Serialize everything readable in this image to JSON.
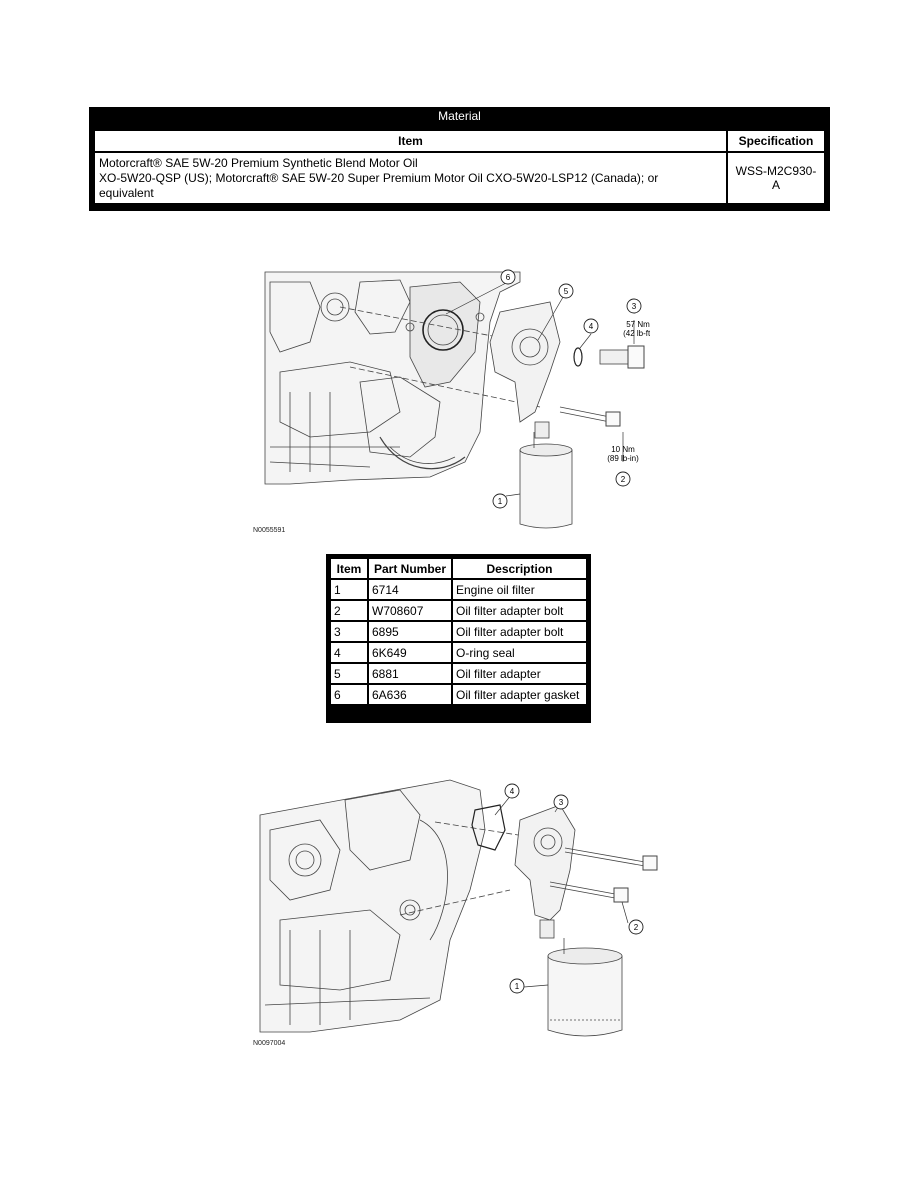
{
  "material": {
    "title": "Material",
    "headers": {
      "item": "Item",
      "specification": "Specification"
    },
    "row": {
      "item_line1": "Motorcraft® SAE 5W-20 Premium Synthetic Blend Motor Oil",
      "item_line2": "XO-5W20-QSP (US); Motorcraft® SAE 5W-20 Super Premium Motor Oil CXO-5W20-LSP12 (Canada); or",
      "item_line3": "equivalent",
      "specification": "WSS-M2C930-A"
    }
  },
  "figure1": {
    "code": "N0055591",
    "callouts": [
      "1",
      "2",
      "3",
      "4",
      "5",
      "6"
    ],
    "torque_a": {
      "value": "57 Nm",
      "alt": "(42 lb-ft)"
    },
    "torque_b": {
      "value": "10 Nm",
      "alt": "(89 lb-in)"
    }
  },
  "parts_table": {
    "headers": {
      "item": "Item",
      "part": "Part Number",
      "desc": "Description"
    },
    "rows": [
      {
        "item": "1",
        "part": "6714",
        "desc": "Engine oil filter"
      },
      {
        "item": "2",
        "part": "W708607",
        "desc": "Oil filter adapter bolt"
      },
      {
        "item": "3",
        "part": "6895",
        "desc": "Oil filter adapter bolt"
      },
      {
        "item": "4",
        "part": "6K649",
        "desc": "O-ring seal"
      },
      {
        "item": "5",
        "part": "6881",
        "desc": "Oil filter adapter"
      },
      {
        "item": "6",
        "part": "6A636",
        "desc": "Oil filter adapter gasket"
      }
    ]
  },
  "figure2": {
    "code": "N0097004",
    "callouts": [
      "1",
      "2",
      "3",
      "4"
    ]
  }
}
